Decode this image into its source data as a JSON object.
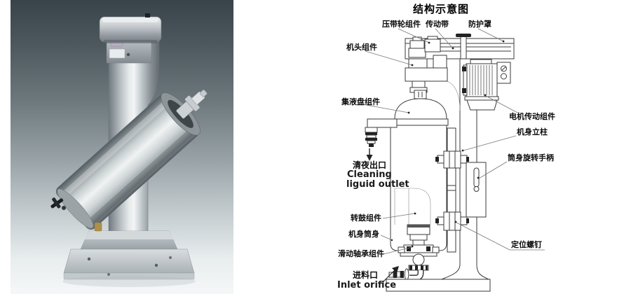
{
  "page": {
    "background_color": "#ffffff"
  },
  "photo": {
    "bg_gradient_top": "#39434a",
    "bg_gradient_bottom": "#f5f7f8",
    "metal_color": "#c6ccd0"
  },
  "diagram": {
    "title": "结构示意图",
    "line_color": "#3a3a3a",
    "labels": {
      "press_belt_wheel": "压带轮组件",
      "drive_belt": "传动带",
      "protective_cover": "防护罩",
      "machine_head": "机头组件",
      "collecting_tray": "集液盘组件",
      "cleaning_outlet_cn": "清夜出口",
      "cleaning_outlet_en_line1": "Cleaning",
      "cleaning_outlet_en_line2": "liguid outlet",
      "motor_drive": "电机传动组件",
      "body_column": "机身立柱",
      "barrel_rotate_handle": "筒身旋转手柄",
      "drum": "转鼓组件",
      "body_barrel": "机身筒身",
      "sliding_bearing": "滑动轴承组件",
      "positioning_screw": "定位螺钉",
      "inlet_cn": "进料口",
      "inlet_en": "Inlet orifice"
    }
  }
}
